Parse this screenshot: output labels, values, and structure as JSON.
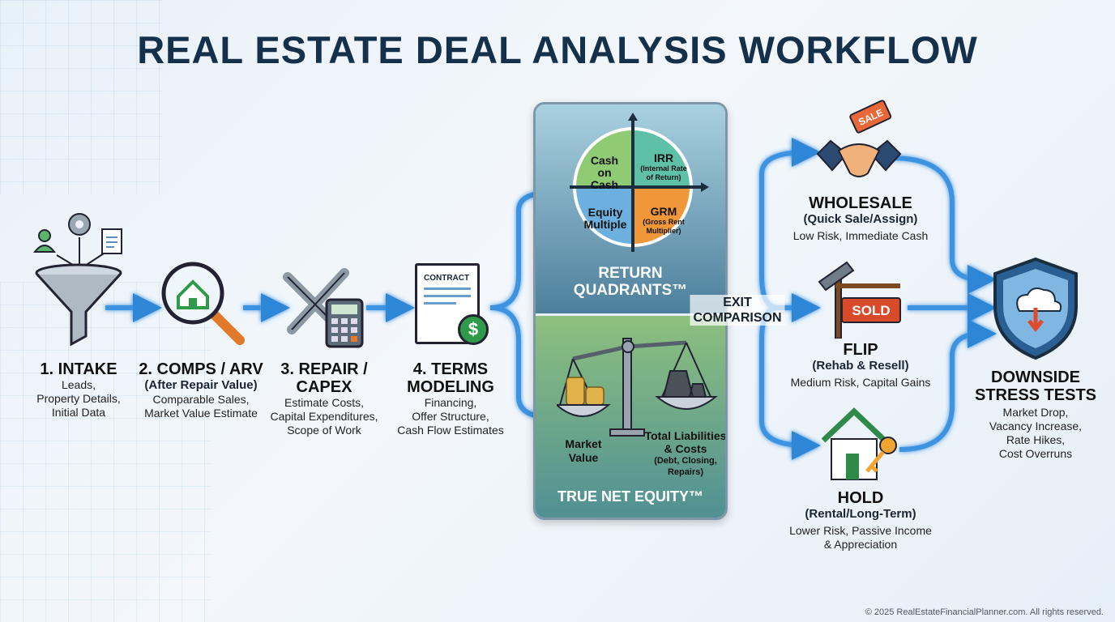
{
  "title": "REAL ESTATE DEAL ANALYSIS WORKFLOW",
  "steps": [
    {
      "title": "1. INTAKE",
      "subtitle": "",
      "desc": [
        "Leads,",
        "Property Details,",
        "Initial Data"
      ]
    },
    {
      "title": "2. COMPS / ARV",
      "subtitle": "(After Repair Value)",
      "desc": [
        "Comparable Sales,",
        "Market Value Estimate"
      ]
    },
    {
      "title": "3. REPAIR /",
      "title2": "CAPEX",
      "desc": [
        "Estimate Costs,",
        "Capital Expenditures,",
        "Scope of Work"
      ]
    },
    {
      "title": "4. TERMS",
      "title2": "MODELING",
      "desc": [
        "Financing,",
        "Offer Structure,",
        "Cash Flow Estimates"
      ],
      "contract": "CONTRACT"
    }
  ],
  "return_quadrants": {
    "title1": "RETURN",
    "title2": "QUADRANTS™",
    "q": [
      {
        "main": "Cash on Cash",
        "sub": ""
      },
      {
        "main": "IRR",
        "sub": "(Internal Rate of Return)"
      },
      {
        "main": "Equity Multiple",
        "sub": ""
      },
      {
        "main": "GRM",
        "sub": "(Gross Rent Multiplier)"
      }
    ]
  },
  "true_net_equity": {
    "title": "TRUE NET EQUITY™",
    "left": "Market Value",
    "right1": "Total Liabilities",
    "right2": "& Costs",
    "right3": "(Debt, Closing,",
    "right4": "Repairs)"
  },
  "exit_label": {
    "line1": "EXIT",
    "line2": "COMPARISON"
  },
  "exits": [
    {
      "title": "WHOLESALE",
      "subtitle": "(Quick Sale/Assign)",
      "desc": [
        "Low Risk, Immediate Cash"
      ],
      "tag": "SALE"
    },
    {
      "title": "FLIP",
      "subtitle": "(Rehab & Resell)",
      "desc": [
        "Medium Risk, Capital Gains"
      ],
      "tag": "SOLD"
    },
    {
      "title": "HOLD",
      "subtitle": "(Rental/Long-Term)",
      "desc": [
        "Lower Risk, Passive Income",
        "& Appreciation"
      ]
    }
  ],
  "downside": {
    "title1": "DOWNSIDE",
    "title2": "STRESS TESTS",
    "desc": [
      "Market Drop,",
      "Vacancy Increase,",
      "Rate Hikes,",
      "Cost Overruns"
    ]
  },
  "footer": "© 2025 RealEstateFinancialPlanner.com. All rights reserved.",
  "colors": {
    "title": "#14304a",
    "arrow": "#2f86d6",
    "green": "#8fcb72",
    "teal": "#5fc0a8",
    "blue": "#6cb0e0",
    "orange": "#f0973a"
  }
}
